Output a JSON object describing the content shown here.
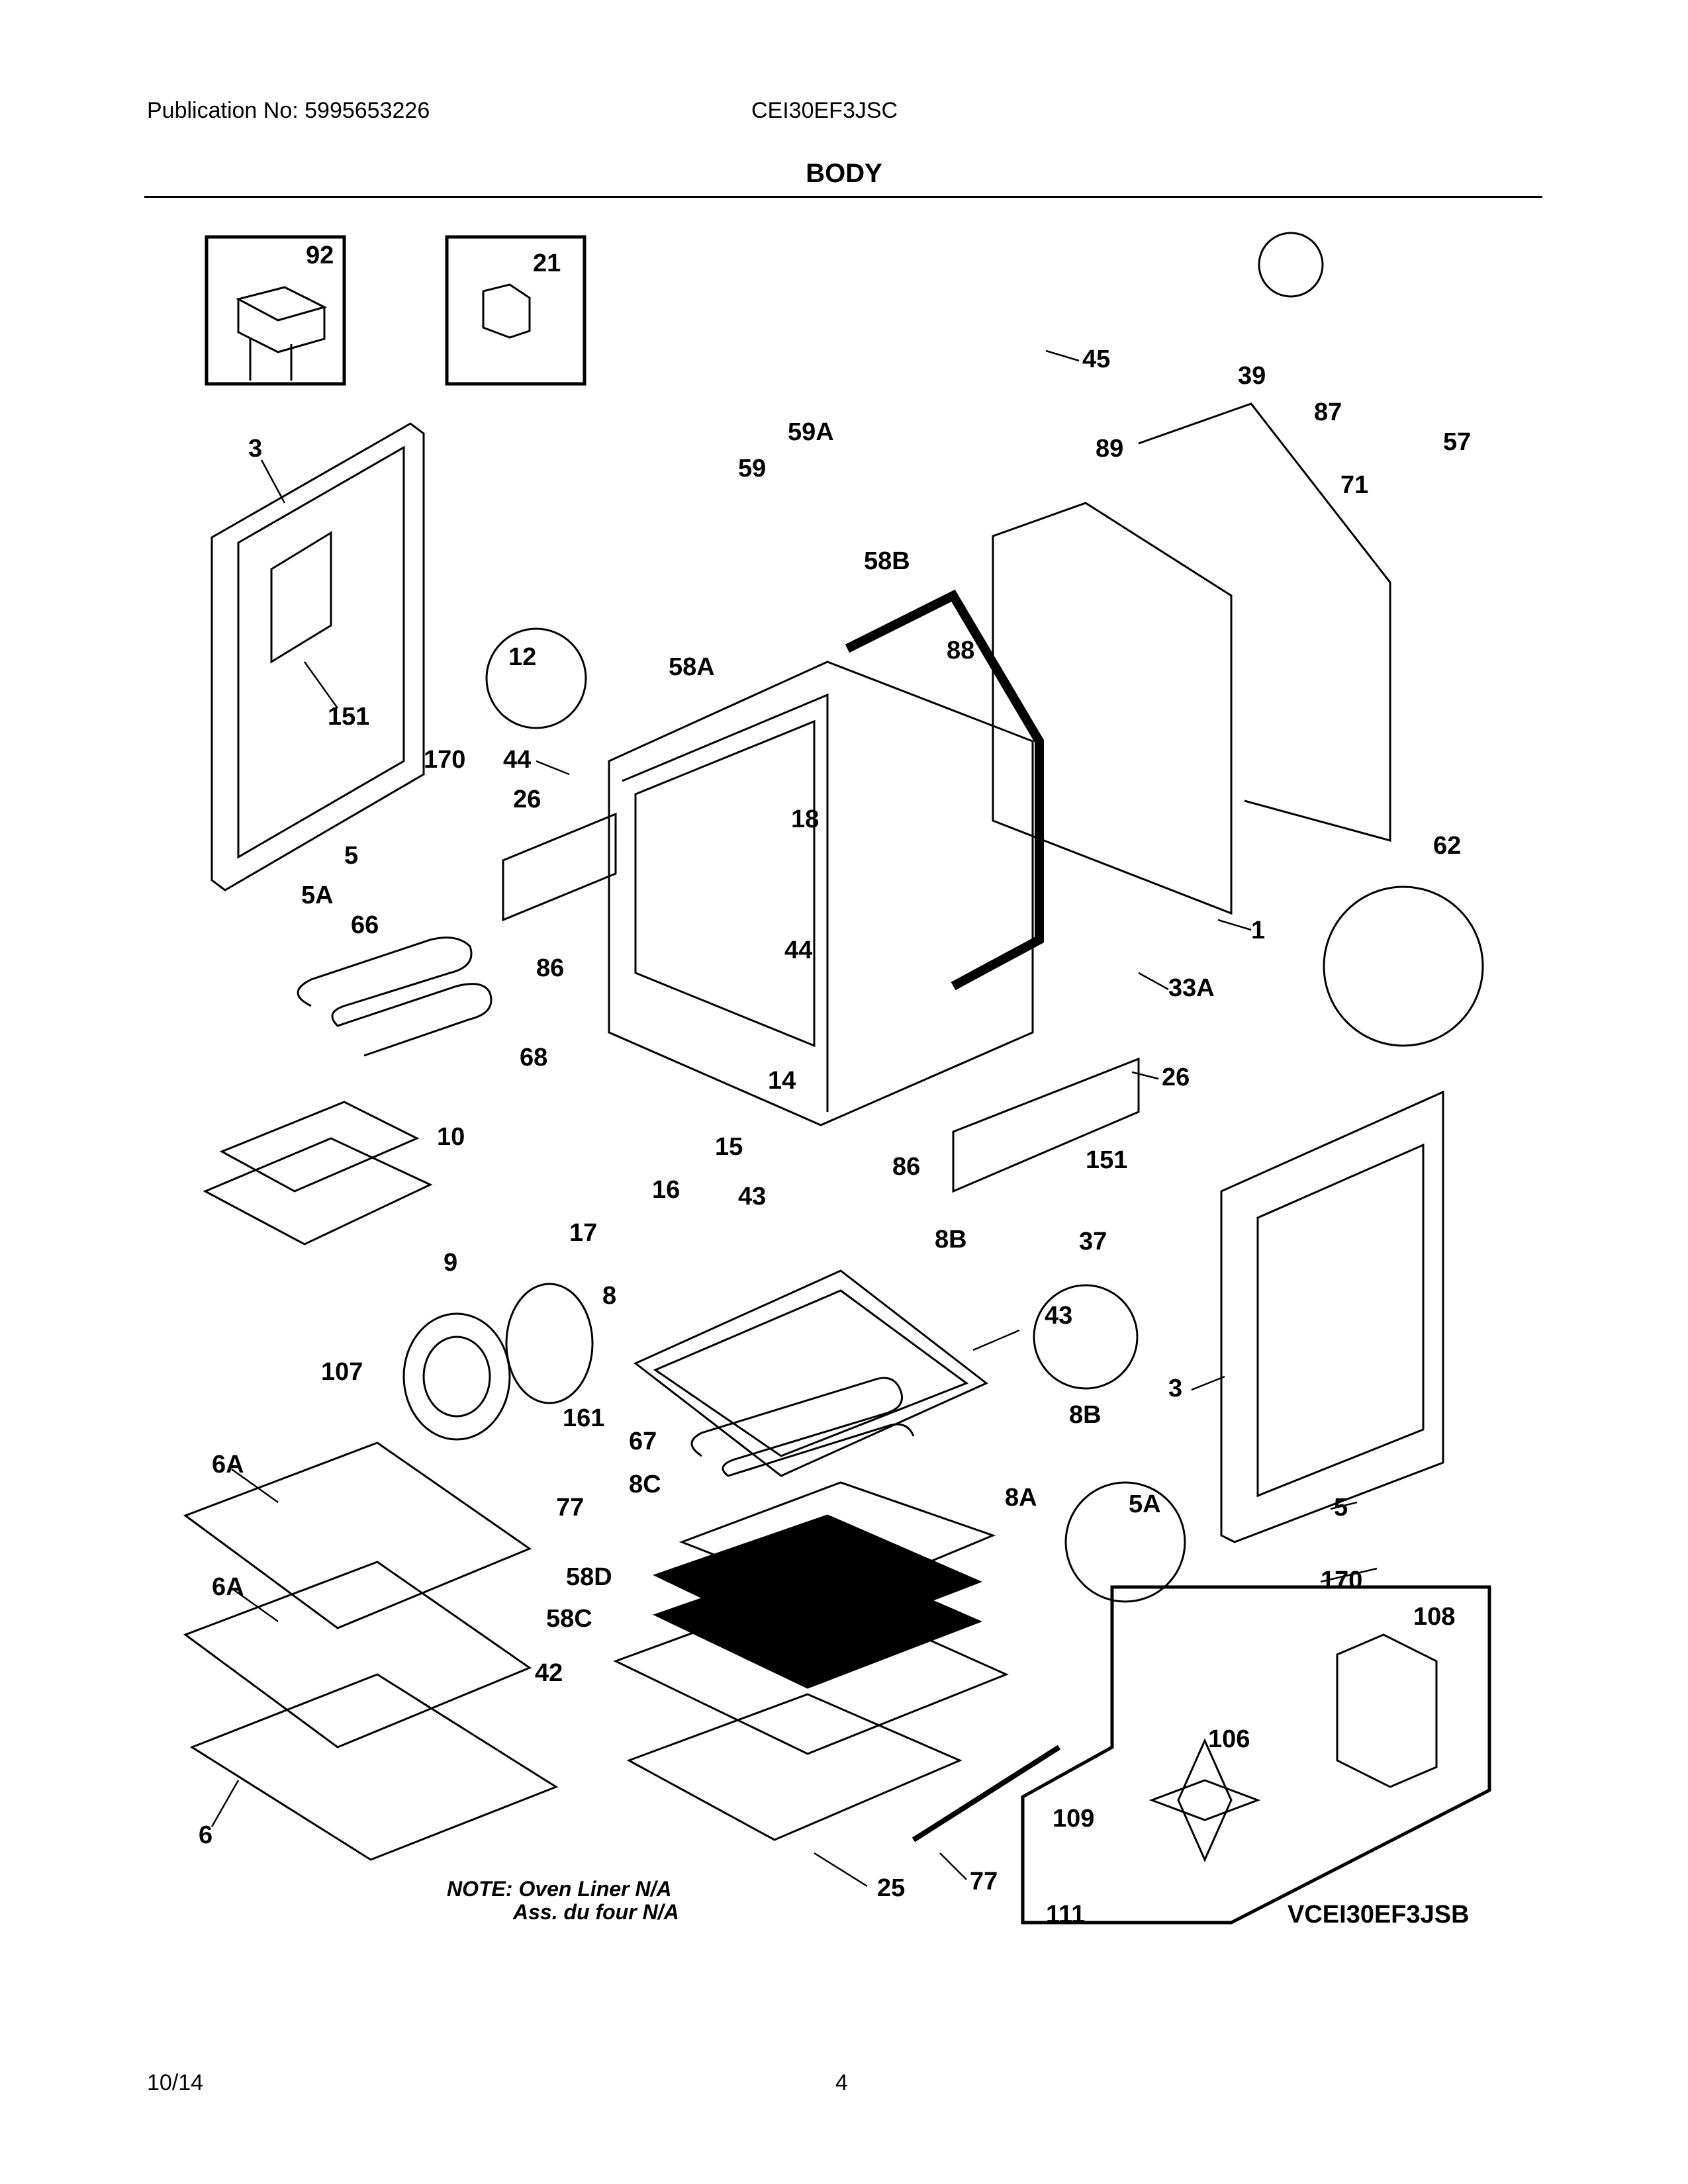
{
  "header": {
    "publication": "Publication No: 5995653226",
    "model": "CEI30EF3JSC",
    "section_title": "BODY"
  },
  "parts": {
    "p92": "92",
    "p21": "21",
    "p3_top": "3",
    "p151_top": "151",
    "p45": "45",
    "p39": "39",
    "p59A": "59A",
    "p59": "59",
    "p87": "87",
    "p57": "57",
    "p89": "89",
    "p71": "71",
    "p58B": "58B",
    "p88": "88",
    "p12": "12",
    "p58A": "58A",
    "p44_a": "44",
    "p170_a": "170",
    "p26_a": "26",
    "p18": "18",
    "p5_a": "5",
    "p5A_a": "5A",
    "p66": "66",
    "p86_a": "86",
    "p44_b": "44",
    "p62": "62",
    "p1": "1",
    "p33A": "33A",
    "p68": "68",
    "p26_b": "26",
    "p10": "10",
    "p14": "14",
    "p15": "15",
    "p86_b": "86",
    "p151_b": "151",
    "p16": "16",
    "p43_a": "43",
    "p17": "17",
    "p37": "37",
    "p9": "9",
    "p8B_a": "8B",
    "p8": "8",
    "p43_b": "43",
    "p107": "107",
    "p161": "161",
    "p3_b": "3",
    "p8B_b": "8B",
    "p67": "67",
    "p6A_a": "6A",
    "p8C": "8C",
    "p77_a": "77",
    "p8A": "8A",
    "p5A_b": "5A",
    "p5_b": "5",
    "p6A_b": "6A",
    "p58D": "58D",
    "p170_b": "170",
    "p58C": "58C",
    "p108": "108",
    "p42": "42",
    "p106": "106",
    "p6": "6",
    "p109": "109",
    "p25": "25",
    "p77_b": "77",
    "p111": "111"
  },
  "note": {
    "line1": "NOTE: Oven Liner N/A",
    "line2": "Ass. du four N/A"
  },
  "convection_kit_label": "VCEI30EF3JSB",
  "footer": {
    "date": "10/14",
    "page": "4"
  }
}
